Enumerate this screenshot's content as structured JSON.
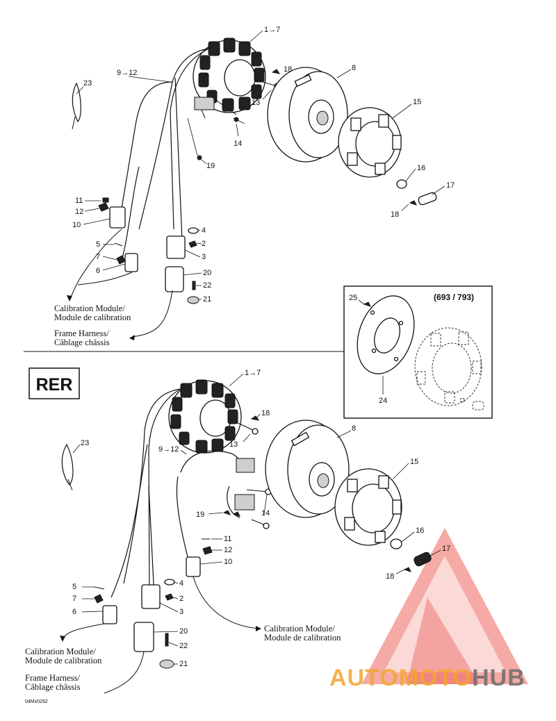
{
  "inset_label": "(693 / 793)",
  "rer_label": "RER",
  "drawing_code": "04Mx0292",
  "watermark": {
    "text_auto": "AUTO",
    "text_moto": "MOTO",
    "text_hub": "HUB",
    "color_red": "#e8433a",
    "color_orange": "#f2a531",
    "color_grey": "#6b6b6b"
  },
  "top": {
    "labels": {
      "stator": "1→7",
      "harness": "9→12",
      "flywheel": "8",
      "tie": "23",
      "screw13": "13",
      "p18a": "18",
      "p14": "14",
      "p19": "19",
      "p15": "15",
      "p16": "16",
      "p17": "17",
      "p18b": "18",
      "p11": "11",
      "p12": "12",
      "p10": "10",
      "p5": "5",
      "p7": "7",
      "p6": "6",
      "p4": "4",
      "p2": "2",
      "p3": "3",
      "p20": "20",
      "p22": "22",
      "p21": "21"
    },
    "calib_en": "Calibration Module/",
    "calib_fr": "Module de calibration",
    "frame_en": "Frame Harness/",
    "frame_fr": "Câblage châssis"
  },
  "inset": {
    "p25": "25",
    "p24": "24"
  },
  "bottom": {
    "labels": {
      "stator": "1→7",
      "harness": "9→12",
      "flywheel": "8",
      "tie": "23",
      "screw13": "13",
      "p18a": "18",
      "p14": "14",
      "p19": "19",
      "p15": "15",
      "p16": "16",
      "p17": "17",
      "p18b": "18",
      "p11": "11",
      "p12": "12",
      "p10": "10",
      "p5": "5",
      "p7": "7",
      "p6": "6",
      "p4": "4",
      "p2": "2",
      "p3": "3",
      "p20": "20",
      "p22": "22",
      "p21": "21"
    },
    "calib_en": "Calibration Module/",
    "calib_fr": "Module de calibration",
    "calib2_en": "Calibration Module/",
    "calib2_fr": "Module de calibration",
    "frame_en": "Frame Harness/",
    "frame_fr": "Câblage châssis"
  }
}
